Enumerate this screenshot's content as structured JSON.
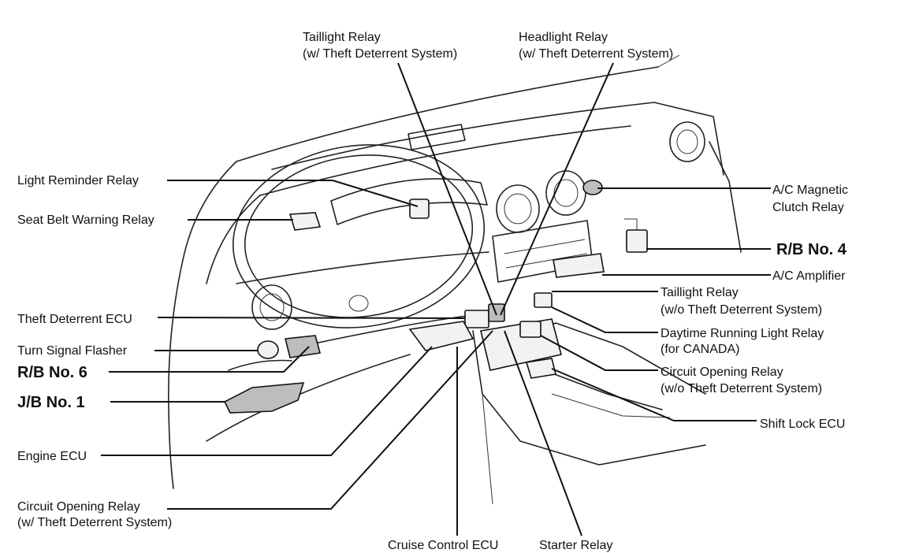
{
  "labels": {
    "taillight_relay_w": [
      "Taillight Relay",
      "(w/ Theft Deterrent System)"
    ],
    "headlight_relay_w": [
      "Headlight Relay",
      "(w/ Theft Deterrent System)"
    ],
    "light_reminder_relay": "Light Reminder Relay",
    "seat_belt_warning_relay": "Seat Belt Warning Relay",
    "ac_magnetic_clutch_relay": [
      "A/C Magnetic",
      "Clutch Relay"
    ],
    "rb_no4": "R/B No. 4",
    "ac_amplifier": "A/C Amplifier",
    "taillight_relay_wo": [
      "Taillight Relay",
      "(w/o Theft Deterrent System)"
    ],
    "theft_deterrent_ecu": "Theft Deterrent ECU",
    "drl_relay": [
      "Daytime Running Light Relay",
      "(for CANADA)"
    ],
    "turn_signal_flasher": "Turn Signal Flasher",
    "rb_no6": "R/B No. 6",
    "circuit_opening_relay_wo": [
      "Circuit Opening Relay",
      "(w/o Theft Deterrent System)"
    ],
    "jb_no1": "J/B No. 1",
    "shift_lock_ecu": "Shift Lock ECU",
    "engine_ecu": "Engine ECU",
    "circuit_opening_relay_w": [
      "Circuit Opening Relay",
      "(w/ Theft Deterrent System)"
    ],
    "cruise_control_ecu": "Cruise Control ECU",
    "starter_relay": "Starter Relay"
  }
}
